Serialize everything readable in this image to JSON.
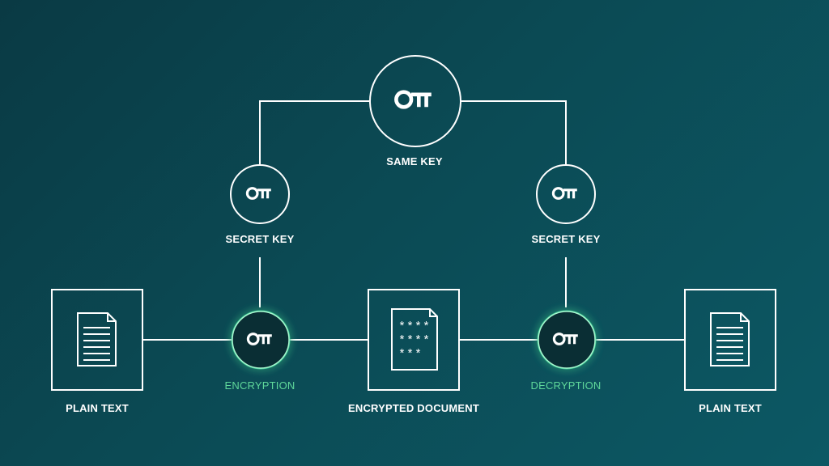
{
  "labels": {
    "same_key": "SAME KEY",
    "secret_key_left": "SECRET KEY",
    "secret_key_right": "SECRET KEY",
    "encryption": "ENCRYPTION",
    "decryption": "DECRYPTION",
    "plain_text_left": "PLAIN TEXT",
    "plain_text_right": "PLAIN TEXT",
    "encrypted_document": "ENCRYPTED DOCUMENT"
  },
  "encrypted_lines": [
    "****",
    "****",
    "***"
  ],
  "colors": {
    "line": "#ffffff",
    "accent": "#5fd79a",
    "glow": "#3fd69a",
    "background": "#0b4a54",
    "process_fill": "#0a2e34"
  },
  "icons": {
    "key": "key-icon",
    "document": "document-icon",
    "encrypted_document": "encrypted-document-icon"
  }
}
